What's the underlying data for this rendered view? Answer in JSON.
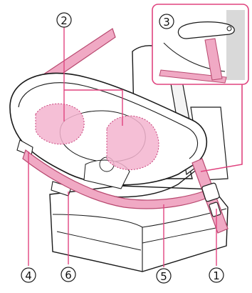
{
  "diagram": {
    "colors": {
      "outline": "#1a1a1a",
      "belt_fill": "#f0a9c4",
      "belt_stroke": "#b8486f",
      "highlight_fill": "#f3b4cf",
      "highlight_stroke": "#c8407a",
      "callout_line": "#e0447f",
      "seat_shade": "#f4f4f4",
      "inset_gray": "#d9d9d9"
    },
    "markers": [
      {
        "id": "1",
        "label": "①"
      },
      {
        "id": "2",
        "label": "②"
      },
      {
        "id": "3",
        "label": "③"
      },
      {
        "id": "4",
        "label": "④"
      },
      {
        "id": "5",
        "label": "⑤"
      },
      {
        "id": "6",
        "label": "⑥"
      }
    ]
  }
}
